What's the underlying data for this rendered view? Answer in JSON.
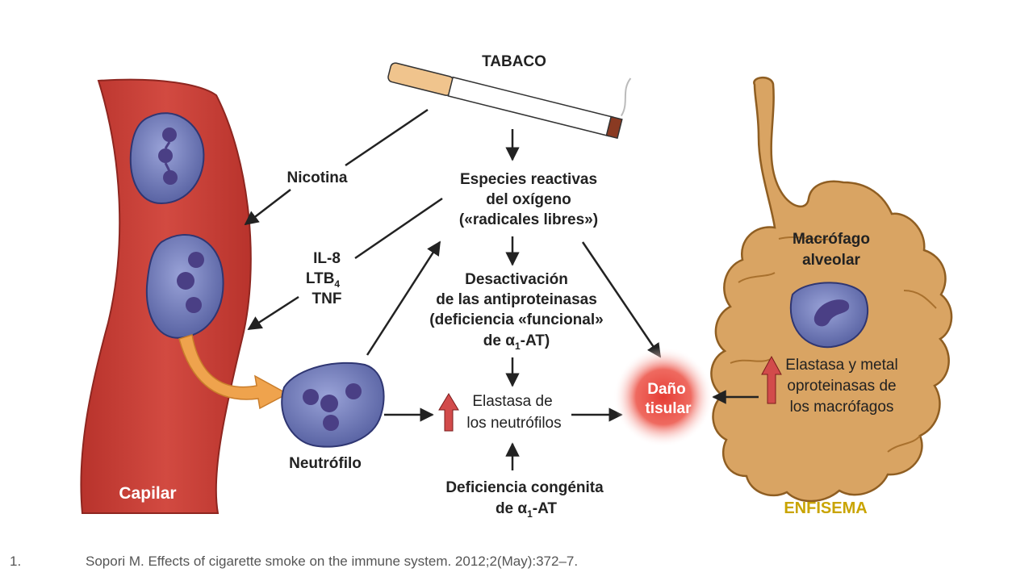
{
  "diagram": {
    "tabaco": "TABACO",
    "nicotina": "Nicotina",
    "mediators": {
      "il8": "IL-8",
      "ltb": "LTB",
      "ltb_sub": "4",
      "tnf": "TNF"
    },
    "especies": {
      "l1": "Especies reactivas",
      "l2": "del oxígeno",
      "l3": "(«radicales libres»)"
    },
    "desactivacion": {
      "l1": "Desactivación",
      "l2": "de las antiproteinasas",
      "l3": "(deficiencia «funcional»",
      "l4_pre": "de α",
      "l4_sub": "1",
      "l4_post": "-AT)"
    },
    "elastasa_neutro": {
      "l1": "Elastasa de",
      "l2": "los neutrófilos"
    },
    "congenita": {
      "l1": "Deficiencia congénita",
      "l2_pre": "de α",
      "l2_sub": "1",
      "l2_post": "-AT"
    },
    "neutrofilo": "Neutrófilo",
    "capilar": "Capilar",
    "dano": {
      "l1": "Daño",
      "l2": "tisular"
    },
    "macrofago": {
      "l1": "Macrófago",
      "l2": "alveolar"
    },
    "elastasa_macro": {
      "l1": "Elastasa y metal",
      "l2": "oproteinasas de",
      "l3": "los macrófagos"
    },
    "enfisema": "ENFISEMA"
  },
  "reference": {
    "number": "1.",
    "text": "Sopori M. Effects of cigarette smoke on the immune system. 2012;2(May):372–7."
  },
  "colors": {
    "capillary": "#c8423a",
    "alveolus": "#d9a463",
    "cell": "#6e78b4",
    "damage": "#e0403a",
    "enfisema_text": "#c9a400",
    "up_arrow": "#d24b4b"
  }
}
